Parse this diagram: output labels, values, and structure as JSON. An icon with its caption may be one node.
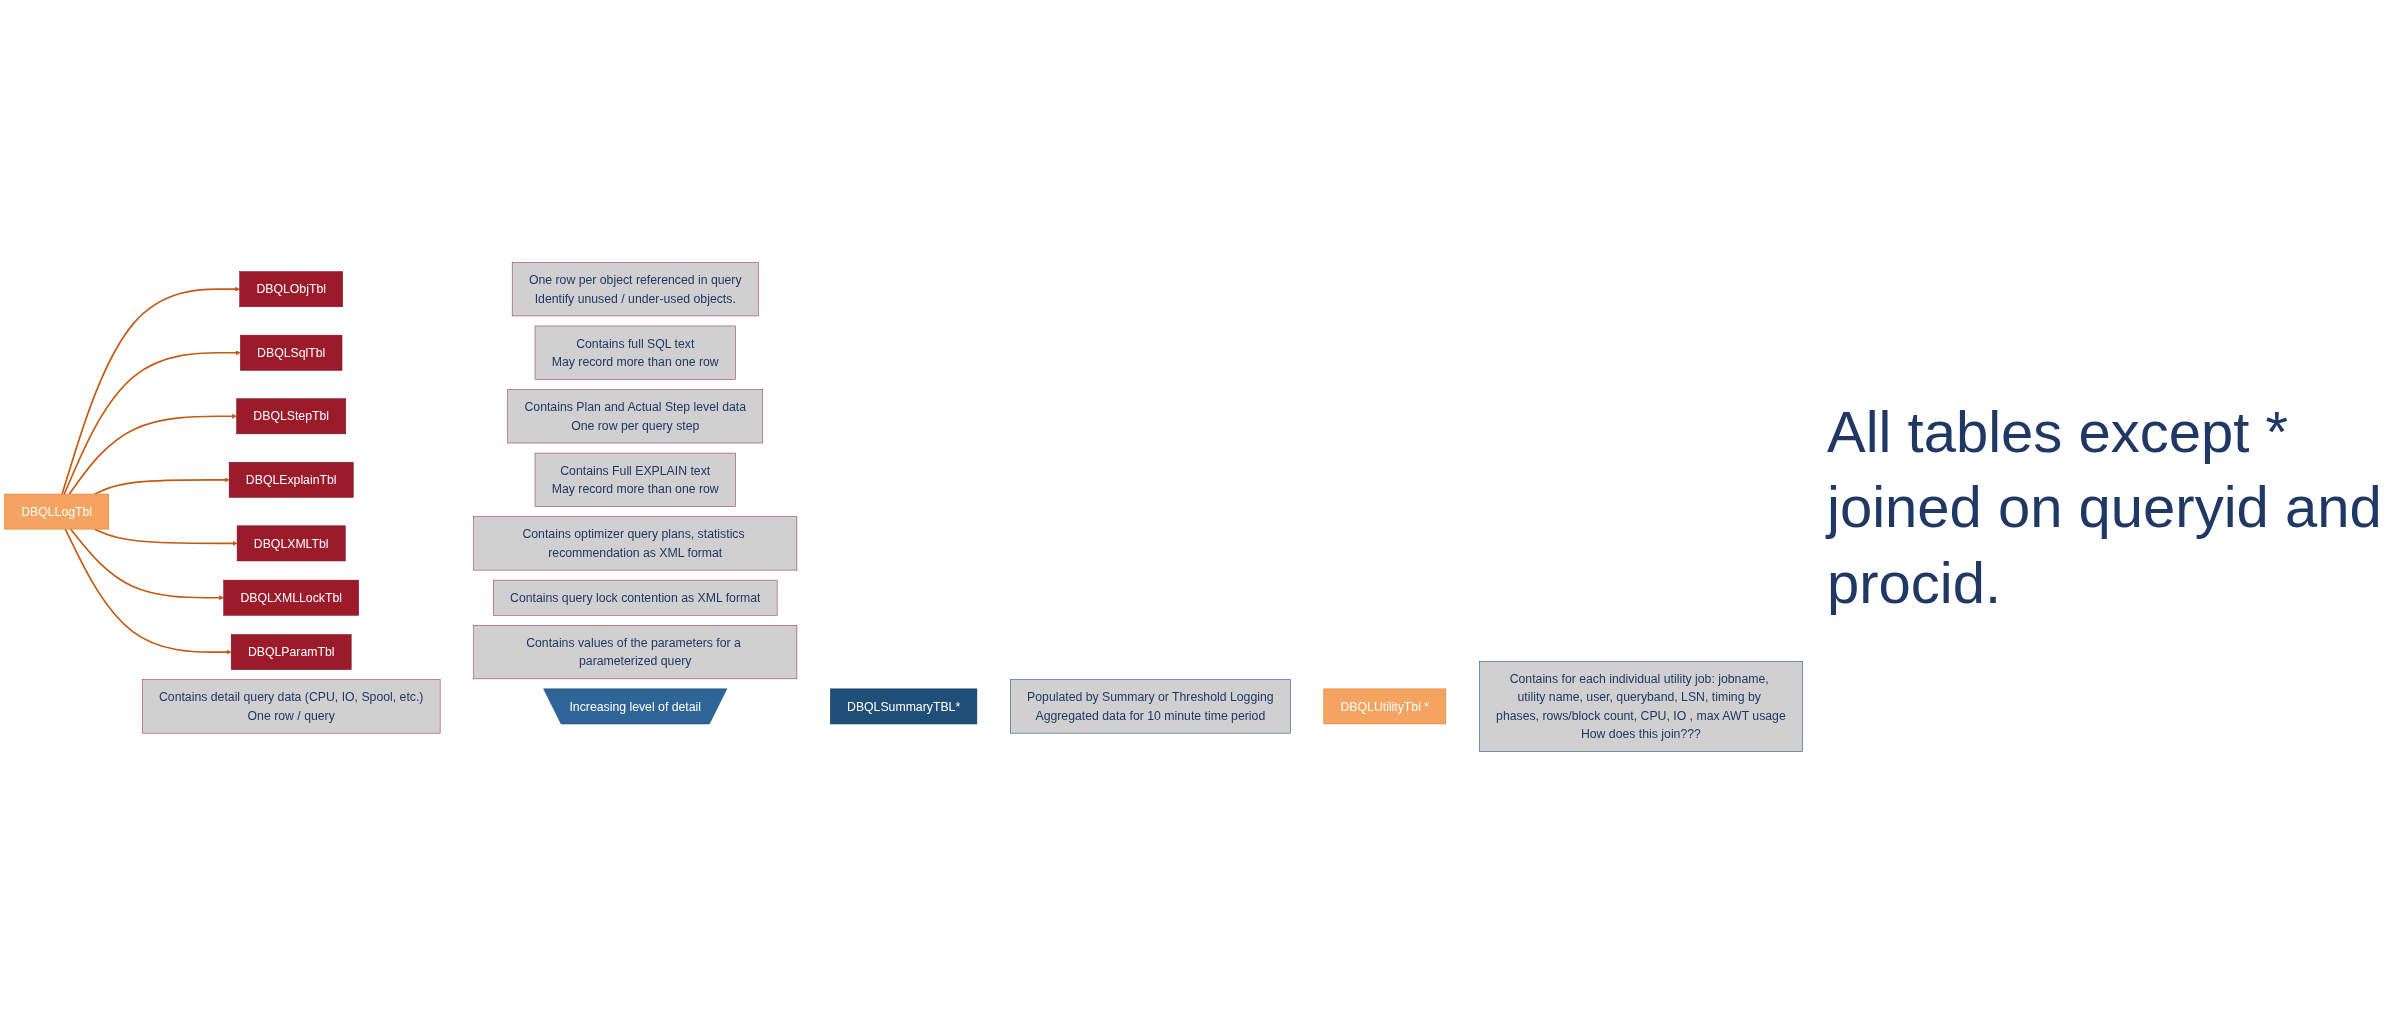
{
  "diagram": {
    "nodes": [
      {
        "text": [
          "DBQLLogTbl"
        ]
      },
      {
        "text": [
          "Contains detail query data (CPU, IO, Spool, etc.)",
          "One row / query"
        ]
      },
      {
        "text": [
          "DBQLObjTbl"
        ]
      },
      {
        "text": [
          "One row per object referenced in query",
          "Identify unused / under-used objects."
        ]
      },
      {
        "text": [
          "DBQLSqlTbl"
        ]
      },
      {
        "text": [
          "Contains full SQL text",
          "May record more than one row"
        ]
      },
      {
        "text": [
          "DBQLStepTbl"
        ]
      },
      {
        "text": [
          "Contains Plan and Actual Step level data",
          "One row per query step"
        ]
      },
      {
        "text": [
          "DBQLExplainTbl"
        ]
      },
      {
        "text": [
          "Contains Full EXPLAIN text",
          "May record more than one row"
        ]
      },
      {
        "text": [
          "DBQLXMLTbl"
        ]
      },
      {
        "text": [
          "Contains optimizer query plans, statistics recommendation as XML format"
        ]
      },
      {
        "text": [
          "DBQLXMLLockTbl"
        ]
      },
      {
        "text": [
          "Contains query lock contention as XML format"
        ]
      },
      {
        "text": [
          "DBQLParamTbl"
        ]
      },
      {
        "text": [
          "Contains values of the parameters for a parameterized query"
        ]
      },
      {
        "text": [
          "Increasing level of detail"
        ]
      },
      {
        "text": [
          "DBQLSummaryTBL*"
        ]
      },
      {
        "text": [
          "Populated by Summary or Threshold Logging",
          "Aggregated data for 10 minute time period"
        ]
      },
      {
        "text": [
          "DBQLUtilityTbl *"
        ]
      },
      {
        "text": [
          "Contains for each individual utility job: jobname, utility name, user, queryband, LSN, timing by phases, rows/block count, CPU, IO , max AWT usage",
          "How does this join???"
        ]
      }
    ],
    "edges": [
      {
        "from": 0,
        "to": 2,
        "arrow": "to",
        "color": "#c55a11"
      },
      {
        "from": 0,
        "to": 4,
        "arrow": "to",
        "color": "#c55a11"
      },
      {
        "from": 0,
        "to": 6,
        "arrow": "to",
        "color": "#c55a11"
      },
      {
        "from": 0,
        "to": 8,
        "arrow": "to",
        "color": "#c55a11"
      },
      {
        "from": 0,
        "to": 10,
        "arrow": "to",
        "color": "#c55a11"
      },
      {
        "from": 0,
        "to": 12,
        "arrow": "to",
        "color": "#c55a11"
      },
      {
        "from": 0,
        "to": 14,
        "arrow": "to",
        "color": "#c55a11"
      }
    ],
    "labels": [
      "All tables except * joined on queryid and procid."
    ]
  }
}
